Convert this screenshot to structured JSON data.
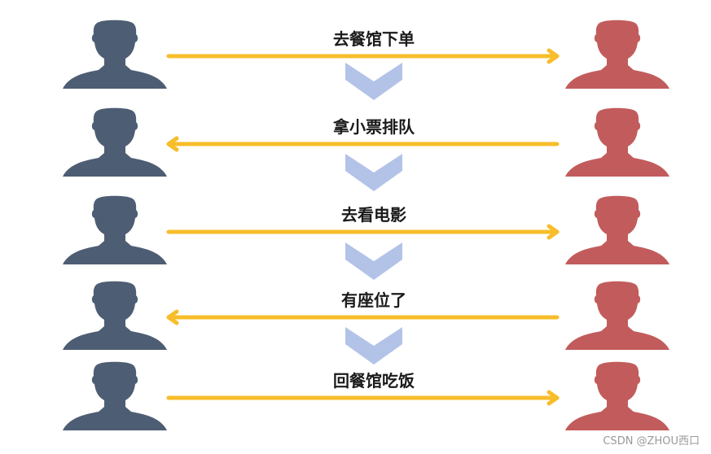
{
  "colors": {
    "left_person": "#4d5d73",
    "right_person": "#c25c5c",
    "arrow": "#f7bd2a",
    "chevron": "#b3c3e8"
  },
  "icons": {
    "left": "person-silhouette-icon",
    "right": "person-silhouette-icon",
    "step_transition": "chevron-down-icon"
  },
  "steps": [
    {
      "label": "去餐馆下单",
      "direction": "right"
    },
    {
      "label": "拿小票排队",
      "direction": "left"
    },
    {
      "label": "去看电影",
      "direction": "right"
    },
    {
      "label": "有座位了",
      "direction": "left"
    },
    {
      "label": "回餐馆吃饭",
      "direction": "right"
    }
  ],
  "watermark": "CSDN @ZHOU西口"
}
